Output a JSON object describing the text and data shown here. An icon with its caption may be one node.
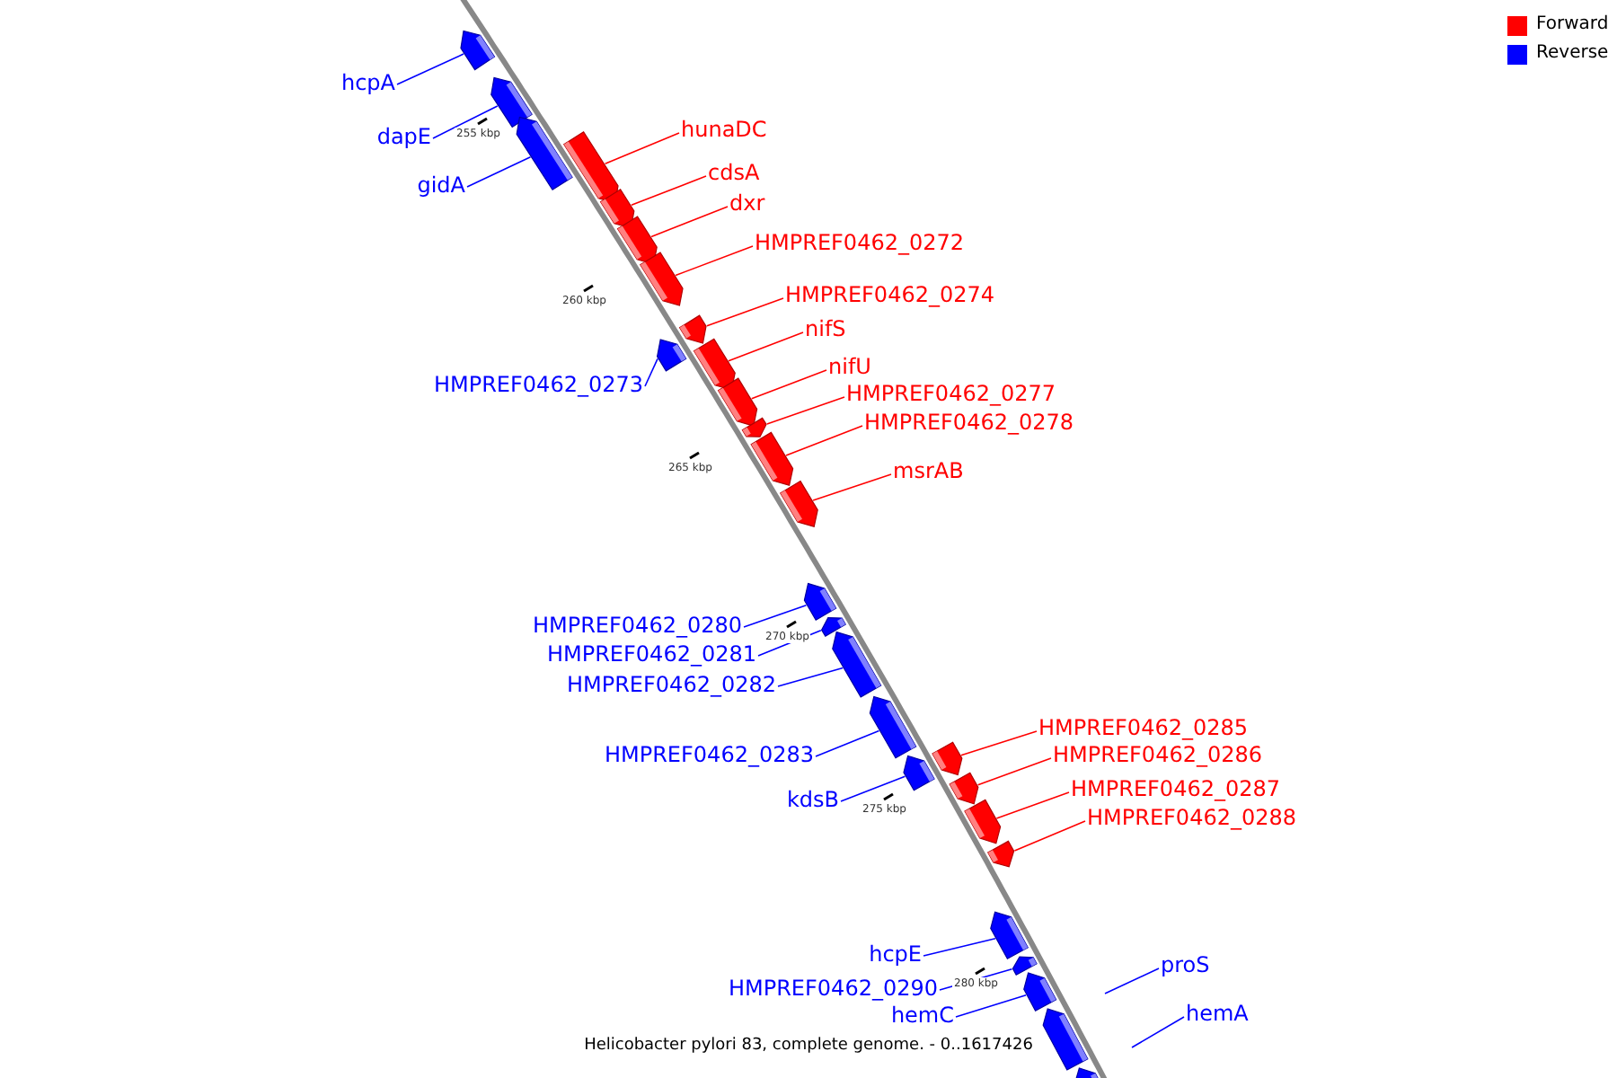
{
  "diagram": {
    "caption": "Helicobacter pylori 83, complete genome. - 0..1617426",
    "nodes": [
      {
        "text": [
          "hcpA"
        ]
      },
      {
        "text": [],
        "shape": "bar"
      },
      {
        "text": [
          "dapE"
        ]
      },
      {
        "text": [],
        "shape": "bar"
      },
      {
        "text": [
          "gidA"
        ]
      },
      {
        "text": [],
        "shape": "bar"
      },
      {
        "text": [
          "hunaDC"
        ]
      },
      {
        "text": [],
        "shape": "bar"
      },
      {
        "text": [
          "cdsA"
        ]
      },
      {
        "text": [],
        "shape": "bar"
      },
      {
        "text": [
          "dxr"
        ]
      },
      {
        "text": [],
        "shape": "bar"
      },
      {
        "text": [
          "HMPREF0462_0272"
        ]
      },
      {
        "text": [],
        "shape": "bar"
      },
      {
        "text": [
          "HMPREF0462_0274"
        ]
      },
      {
        "text": [],
        "shape": "bar"
      },
      {
        "text": [
          "HMPREF0462_0273"
        ]
      },
      {
        "text": [],
        "shape": "bar"
      },
      {
        "text": [
          "nifS"
        ]
      },
      {
        "text": [],
        "shape": "bar"
      },
      {
        "text": [
          "nifU"
        ]
      },
      {
        "text": [],
        "shape": "bar"
      },
      {
        "text": [
          "HMPREF0462_0277"
        ]
      },
      {
        "text": [],
        "shape": "bar"
      },
      {
        "text": [
          "HMPREF0462_0278"
        ]
      },
      {
        "text": [],
        "shape": "bar"
      },
      {
        "text": [
          "msrAB"
        ]
      },
      {
        "text": [],
        "shape": "bar"
      },
      {
        "text": [
          "HMPREF0462_0280"
        ]
      },
      {
        "text": [],
        "shape": "bar"
      },
      {
        "text": [
          "HMPREF0462_0281"
        ]
      },
      {
        "text": [],
        "shape": "bar"
      },
      {
        "text": [
          "HMPREF0462_0282"
        ]
      },
      {
        "text": [],
        "shape": "bar"
      },
      {
        "text": [
          "HMPREF0462_0283"
        ]
      },
      {
        "text": [],
        "shape": "bar"
      },
      {
        "text": [
          "HMPREF0462_0285"
        ]
      },
      {
        "text": [],
        "shape": "bar"
      },
      {
        "text": [
          "HMPREF0462_0286"
        ]
      },
      {
        "text": [],
        "shape": "bar"
      },
      {
        "text": [
          "kdsB"
        ]
      },
      {
        "text": [],
        "shape": "bar"
      },
      {
        "text": [
          "HMPREF0462_0287"
        ]
      },
      {
        "text": [],
        "shape": "bar"
      },
      {
        "text": [
          "HMPREF0462_0288"
        ]
      },
      {
        "text": [],
        "shape": "bar"
      },
      {
        "text": [
          "hcpE"
        ]
      },
      {
        "text": [],
        "shape": "bar"
      },
      {
        "text": [
          "HMPREF0462_0290"
        ]
      },
      {
        "text": [],
        "shape": "bar"
      },
      {
        "text": [
          "proS"
        ]
      },
      {
        "text": [
          "hemC"
        ]
      },
      {
        "text": [],
        "shape": "bar"
      },
      {
        "text": [
          "hemA"
        ]
      },
      {
        "text": [],
        "shape": "bar"
      },
      {
        "text": [],
        "shape": "bar"
      }
    ],
    "edges": [
      {
        "from": 0,
        "to": 1,
        "arrow": "none",
        "color": "#0000ff"
      },
      {
        "from": 2,
        "to": 3,
        "arrow": "none",
        "color": "#0000ff"
      },
      {
        "from": 4,
        "to": 5,
        "arrow": "none",
        "color": "#0000ff"
      },
      {
        "from": 6,
        "to": 7,
        "arrow": "none",
        "color": "#ff0000"
      },
      {
        "from": 8,
        "to": 9,
        "arrow": "none",
        "color": "#ff0000"
      },
      {
        "from": 10,
        "to": 11,
        "arrow": "none",
        "color": "#ff0000"
      },
      {
        "from": 12,
        "to": 13,
        "arrow": "none",
        "color": "#ff0000"
      },
      {
        "from": 14,
        "to": 15,
        "arrow": "none",
        "color": "#ff0000"
      },
      {
        "from": 16,
        "to": 17,
        "arrow": "none",
        "color": "#0000ff"
      },
      {
        "from": 18,
        "to": 19,
        "arrow": "none",
        "color": "#ff0000"
      },
      {
        "from": 20,
        "to": 21,
        "arrow": "none",
        "color": "#ff0000"
      },
      {
        "from": 22,
        "to": 23,
        "arrow": "none",
        "color": "#ff0000"
      },
      {
        "from": 24,
        "to": 25,
        "arrow": "none",
        "color": "#ff0000"
      },
      {
        "from": 26,
        "to": 27,
        "arrow": "none",
        "color": "#ff0000"
      },
      {
        "from": 28,
        "to": 29,
        "arrow": "none",
        "color": "#0000ff"
      },
      {
        "from": 30,
        "to": 31,
        "arrow": "none",
        "color": "#0000ff"
      },
      {
        "from": 32,
        "to": 33,
        "arrow": "none",
        "color": "#0000ff"
      },
      {
        "from": 34,
        "to": 35,
        "arrow": "none",
        "color": "#0000ff"
      },
      {
        "from": 36,
        "to": 37,
        "arrow": "none",
        "color": "#ff0000"
      },
      {
        "from": 38,
        "to": 39,
        "arrow": "none",
        "color": "#ff0000"
      },
      {
        "from": 40,
        "to": 41,
        "arrow": "none",
        "color": "#0000ff"
      },
      {
        "from": 42,
        "to": 43,
        "arrow": "none",
        "color": "#ff0000"
      },
      {
        "from": 44,
        "to": 45,
        "arrow": "none",
        "color": "#ff0000"
      },
      {
        "from": 46,
        "to": 47,
        "arrow": "none",
        "color": "#0000ff"
      },
      {
        "from": 48,
        "to": 49,
        "arrow": "none",
        "color": "#0000ff"
      },
      {
        "from": 50,
        "to": null,
        "arrow": "none",
        "color": "#0000ff"
      },
      {
        "from": 51,
        "to": 52,
        "arrow": "none",
        "color": "#0000ff"
      },
      {
        "from": 53,
        "to": null,
        "arrow": "none",
        "color": "#0000ff"
      }
    ],
    "labels": [
      "255 kbp",
      "260 kbp",
      "265 kbp",
      "270 kbp",
      "275 kbp",
      "280 kbp"
    ],
    "legend": [
      {
        "text": "Forward",
        "color": "#ff0000"
      },
      {
        "text": "Reverse",
        "color": "#0000ff"
      }
    ]
  }
}
